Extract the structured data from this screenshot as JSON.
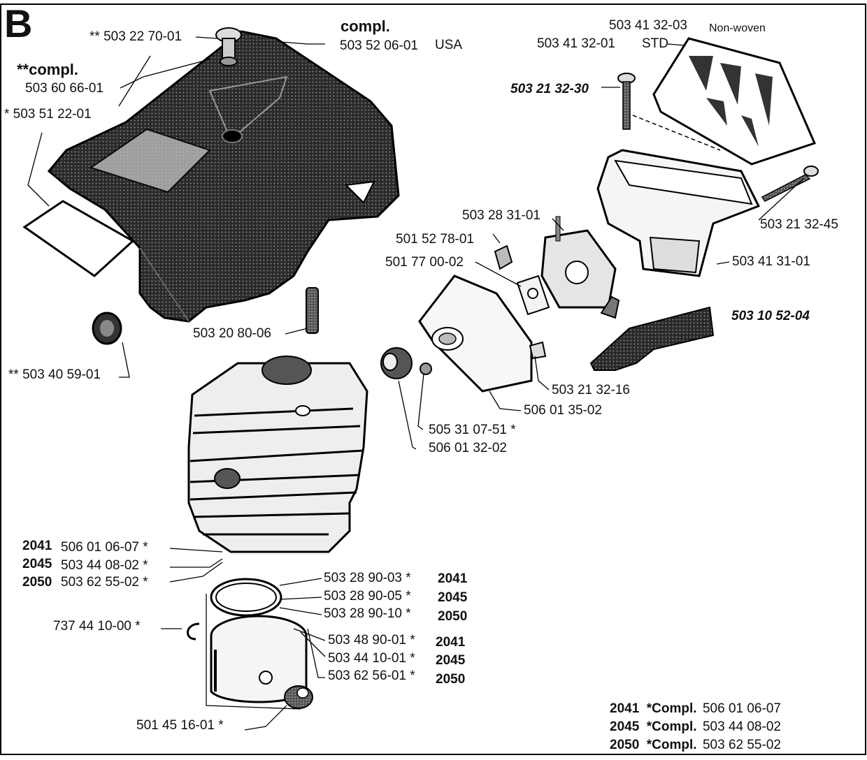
{
  "section_letter": "B",
  "labels": {
    "p_503227001": "** 503 22 70-01",
    "compl_top": "compl.",
    "p_503520601": "503 52 06-01",
    "usa": "USA",
    "compl_star": "**compl.",
    "p_503606601": "503 60 66-01",
    "p_503512201": "* 503 51 22-01",
    "p_503413203": "503 41 32-03",
    "nonwoven": "Non-woven",
    "p_503413201": "503 41 32-01",
    "std": "STD",
    "p_503213230": "503 21 32-30",
    "p_503213245": "503 21 32-45",
    "p_503283101": "503 28 31-01",
    "p_501527801": "501 52 78-01",
    "p_501770002": "501 77 00-02",
    "p_503413101": "503 41 31-01",
    "p_503105204": "503 10 52-04",
    "p_503208006": "503 20 80-06",
    "p_503405901": "** 503 40 59-01",
    "p_503213216": "503 21 32-16",
    "p_506013502": "506 01 35-02",
    "p_505310751": "505 31 07-51 *",
    "p_506013202": "506 01 32-02",
    "p_506010607": "506 01 06-07 *",
    "p_503440802": "503 44 08-02 *",
    "p_503625502": "503 62 55-02 *",
    "p_503289003": "503 28 90-03 *",
    "p_503289005": "503 28 90-05 *",
    "p_503289010": "503 28 90-10 *",
    "p_737441000": "737 44 10-00 *",
    "p_503489001": "503 48 90-01 *",
    "p_503441001": "503 44 10-01 *",
    "p_503625601": "503 62 56-01 *",
    "p_501451601": "501 45 16-01 *",
    "m2041": "2041",
    "m2045": "2045",
    "m2050": "2050"
  },
  "summary": [
    {
      "model": "2041",
      "compl": "*Compl.",
      "part": "506 01 06-07"
    },
    {
      "model": "2045",
      "compl": "*Compl.",
      "part": "503 44 08-02"
    },
    {
      "model": "2050",
      "compl": "*Compl.",
      "part": "503 62 55-02"
    }
  ]
}
